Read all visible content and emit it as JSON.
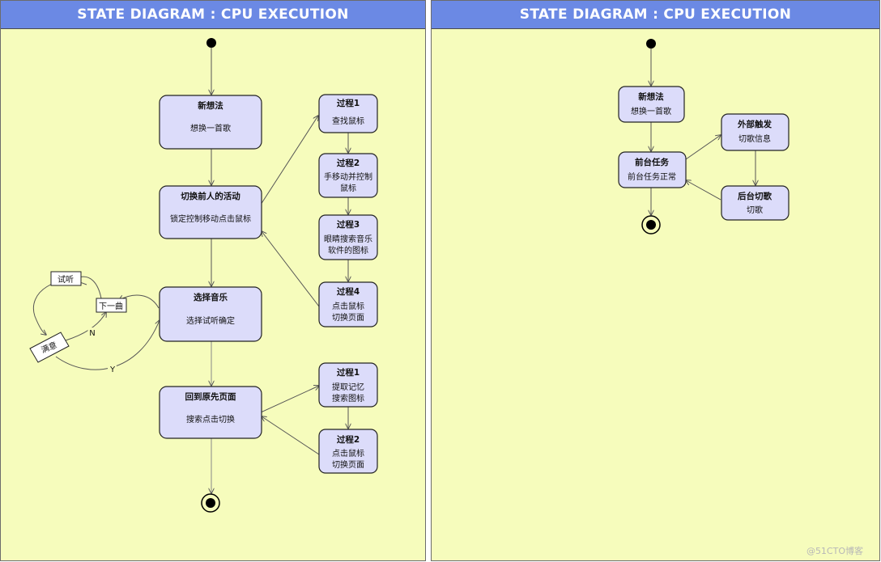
{
  "left": {
    "title": "STATE DIAGRAM : CPU EXECUTION",
    "states": {
      "s1": {
        "name": "新想法",
        "lines": [
          "想换一首歌"
        ]
      },
      "s2": {
        "name": "切换前人的活动",
        "lines": [
          "锁定控制移动点击鼠标"
        ]
      },
      "s3": {
        "name": "选择音乐",
        "lines": [
          "选择试听确定"
        ]
      },
      "s4": {
        "name": "回到原先页面",
        "lines": [
          "搜索点击切换"
        ]
      },
      "p1": {
        "name": "过程1",
        "lines": [
          "查找鼠标"
        ]
      },
      "p2": {
        "name": "过程2",
        "lines": [
          "手移动并控制",
          "鼠标"
        ]
      },
      "p3": {
        "name": "过程3",
        "lines": [
          "眼睛搜索音乐",
          "软件的图标"
        ]
      },
      "p4": {
        "name": "过程4",
        "lines": [
          "点击鼠标",
          "切换页面"
        ]
      },
      "q1": {
        "name": "过程1",
        "lines": [
          "提取记忆",
          "搜索图标"
        ]
      },
      "q2": {
        "name": "过程2",
        "lines": [
          "点击鼠标",
          "切换页面"
        ]
      }
    },
    "nodes": {
      "listen": "试听",
      "next": "下一曲",
      "satisfied": "满意"
    },
    "guards": {
      "no": "N",
      "yes": "Y"
    }
  },
  "right": {
    "title": "STATE DIAGRAM : CPU EXECUTION",
    "states": {
      "r1": {
        "name": "新想法",
        "lines": [
          "想换一首歌"
        ]
      },
      "r2": {
        "name": "前台任务",
        "lines": [
          "前台任务正常"
        ]
      },
      "r3": {
        "name": "外部触发",
        "lines": [
          "切歌信息"
        ]
      },
      "r4": {
        "name": "后台切歌",
        "lines": [
          "切歌"
        ]
      }
    }
  },
  "watermark": "@51CTO博客",
  "colors": {
    "panel_bg": "#f6fcbc",
    "header_bg": "#6b89e4",
    "state_fill": "#dcdcfa",
    "line": "#555555"
  }
}
